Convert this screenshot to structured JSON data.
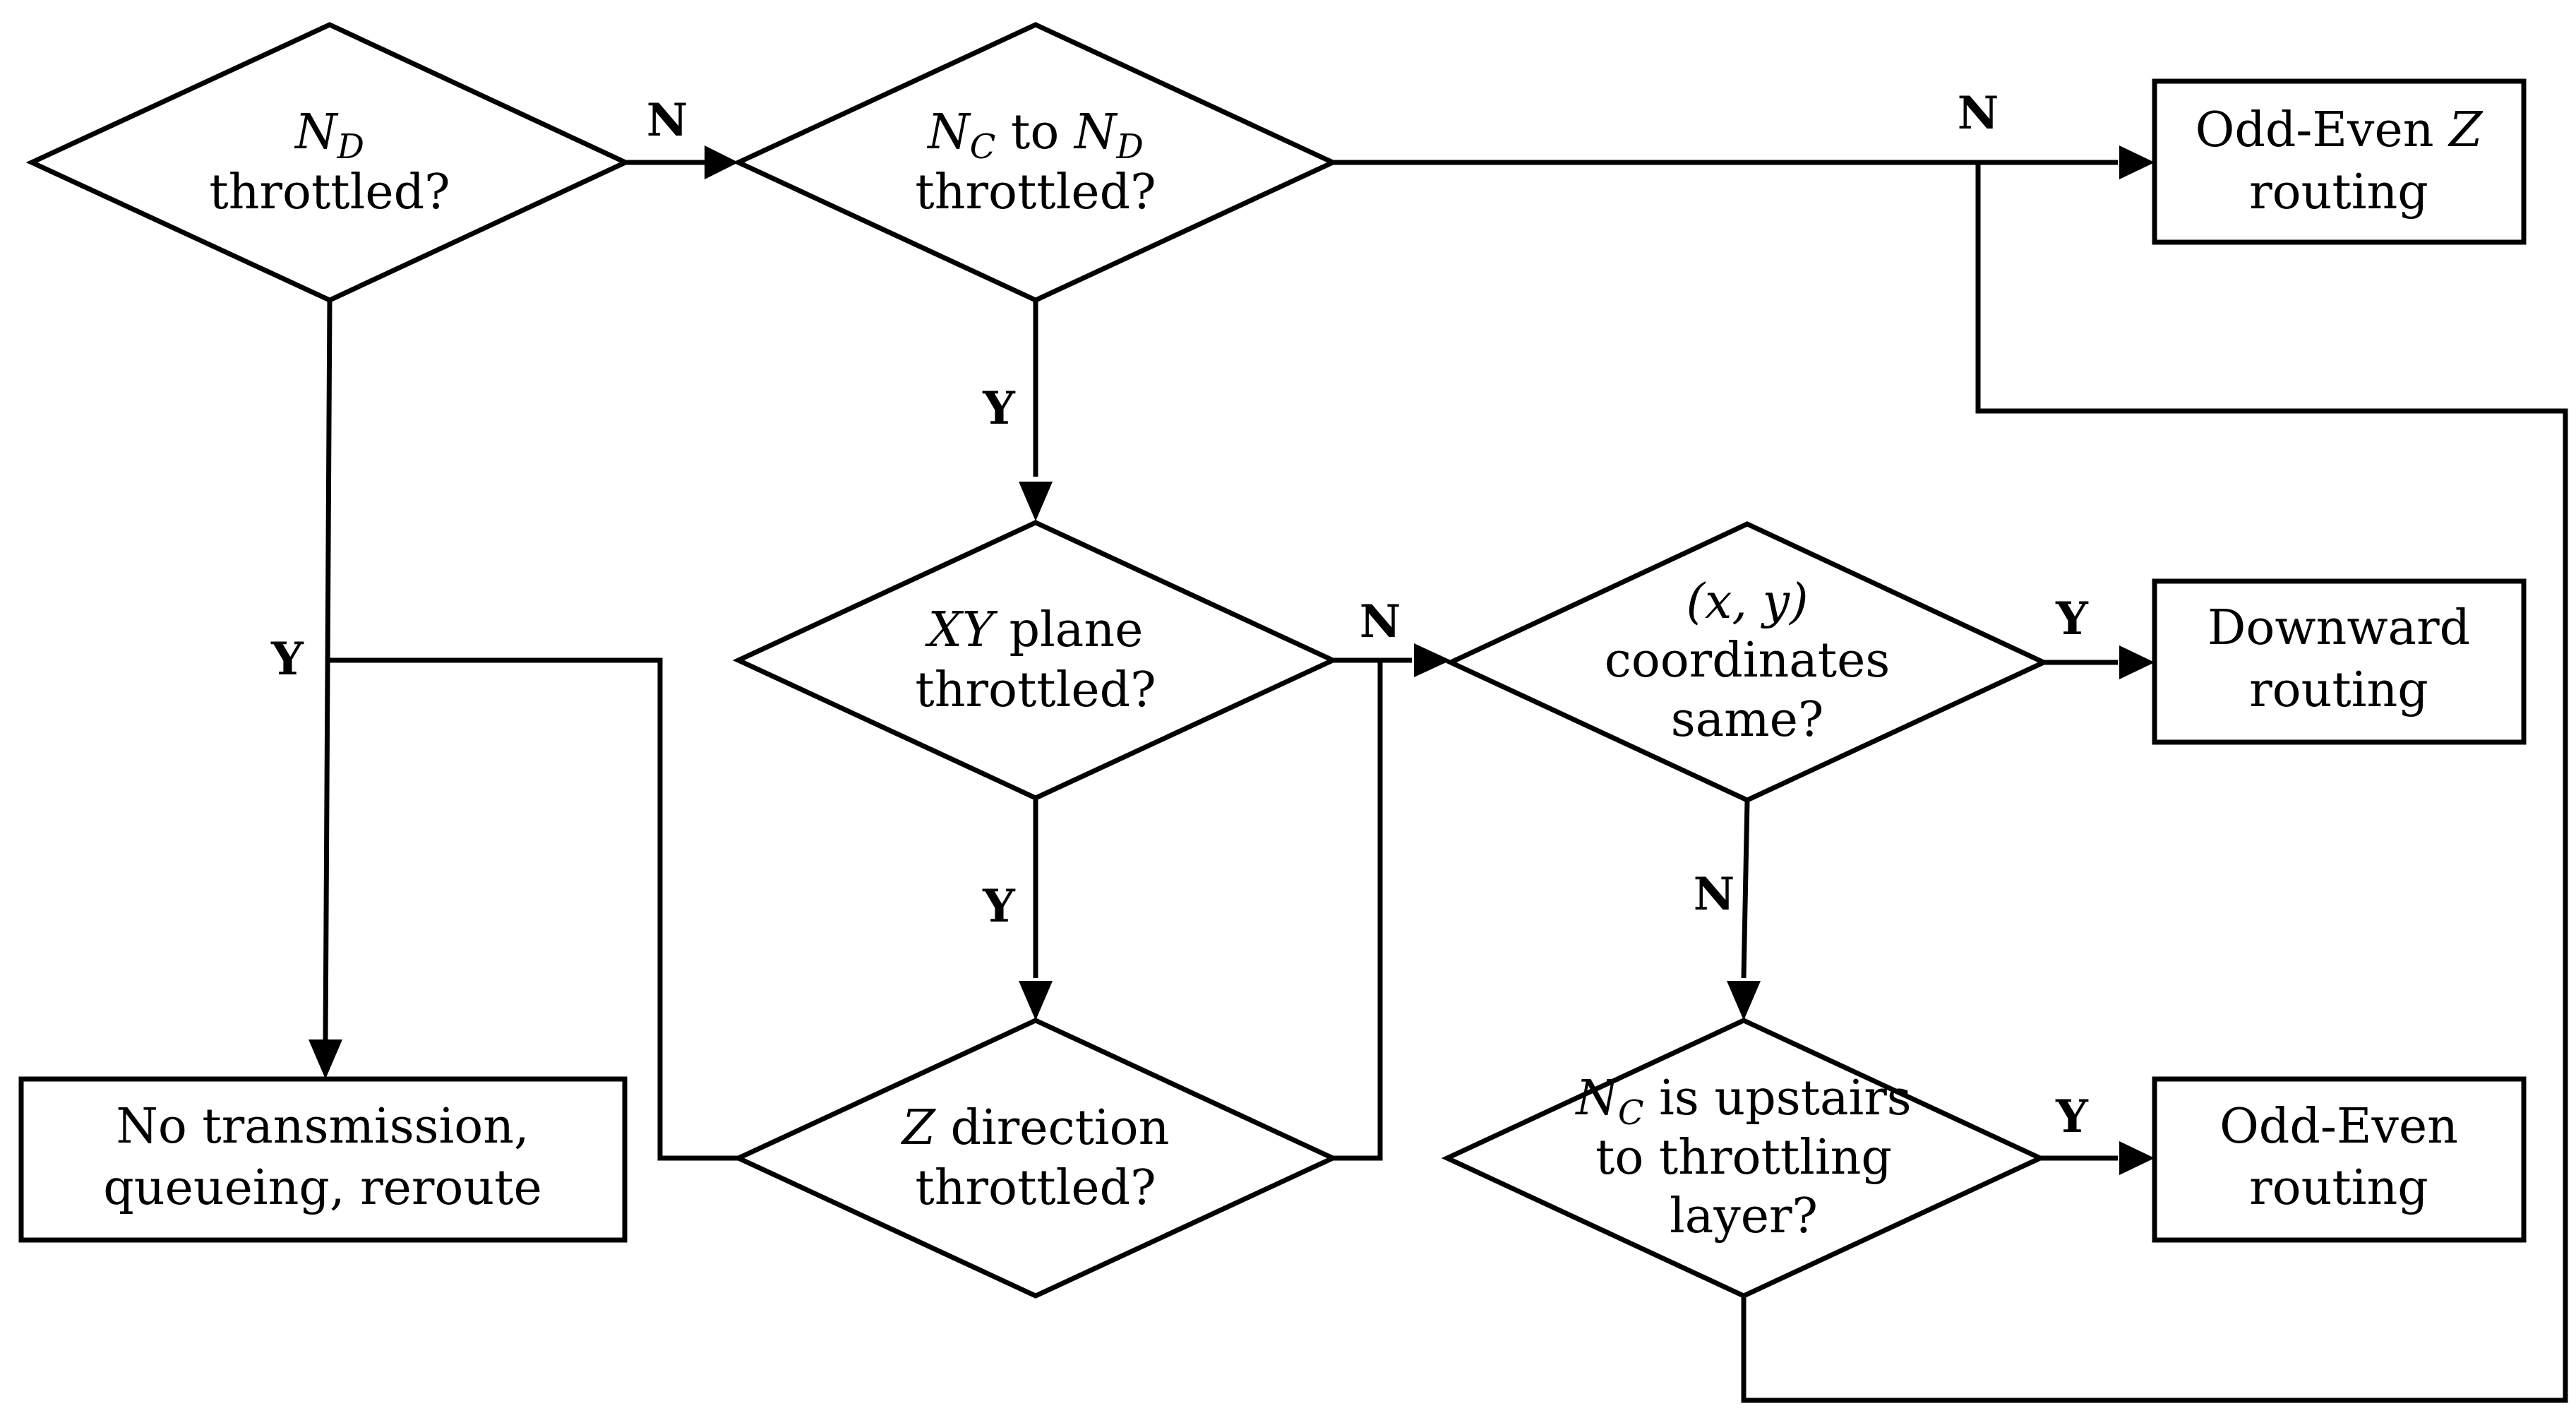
{
  "nodes": {
    "nd_throttled": {
      "var": "N",
      "sub": "D",
      "line2": "throttled?"
    },
    "nc_to_nd": {
      "var1": "N",
      "sub1": "C",
      "mid": " to ",
      "var2": "N",
      "sub2": "D",
      "line2": "throttled?"
    },
    "xy_plane": {
      "italic": "XY",
      "rest": " plane",
      "line2": "throttled?"
    },
    "z_direction": {
      "italic": "Z",
      "rest": " direction",
      "line2": "throttled?"
    },
    "xy_coords": {
      "line1": "(x, y)",
      "line2": "coordinates",
      "line3": "same?"
    },
    "nc_upstairs": {
      "var": "N",
      "sub": "C",
      "rest": " is upstairs",
      "line2": "to throttling",
      "line3": "layer?"
    },
    "odd_even_z": {
      "text": "Odd-Even ",
      "italic": "Z",
      "line2": "routing"
    },
    "downward": {
      "line1": "Downward",
      "line2": "routing"
    },
    "odd_even": {
      "line1": "Odd-Even",
      "line2": "routing"
    },
    "no_transmission": {
      "line1": "No transmission,",
      "line2": "queueing, reroute"
    }
  },
  "edge_labels": {
    "nd_to_nc": "N",
    "nc_to_oddeven_z": "N",
    "nc_to_xy": "Y",
    "nd_to_notx": "Y",
    "xy_to_coords": "N",
    "xy_to_z": "Y",
    "coords_to_downward": "Y",
    "coords_to_upstairs": "N",
    "upstairs_to_oddeven": "Y"
  }
}
